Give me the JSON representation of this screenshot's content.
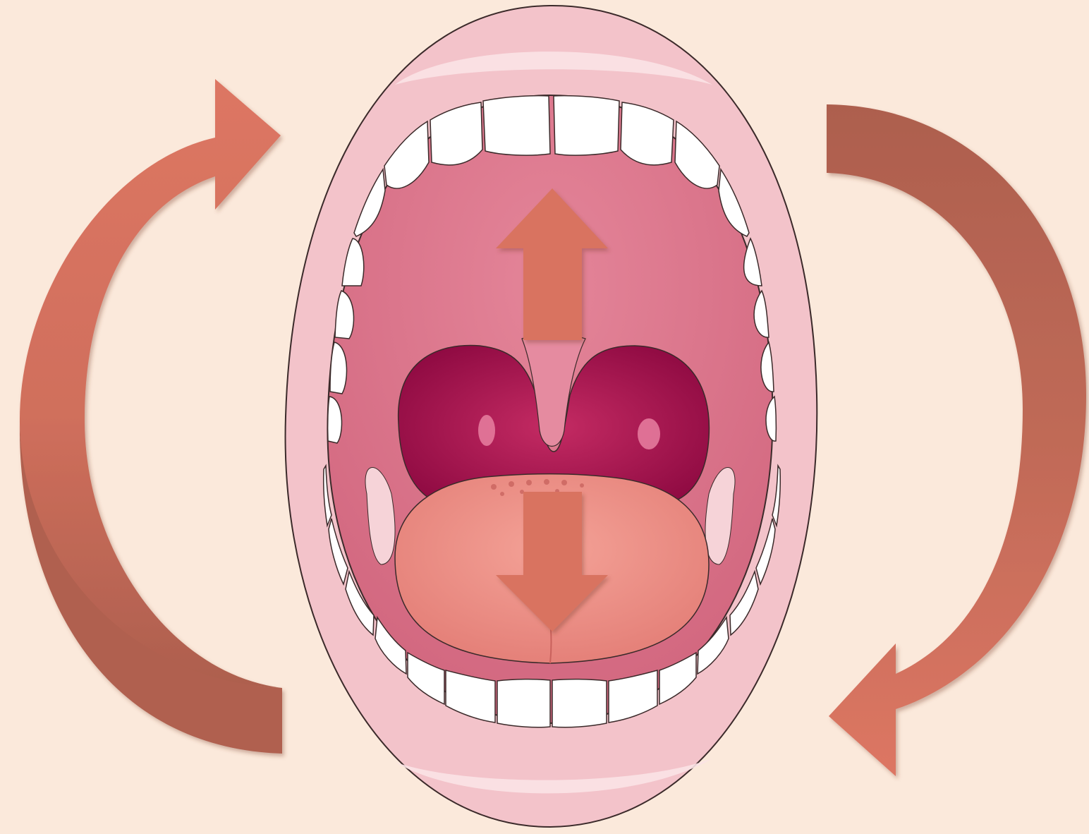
{
  "colors": {
    "background": "#fbe9db",
    "arrow_light": "#d97361",
    "arrow_dark": "#b0614f",
    "lip_outer": "#f4c7cd",
    "lip_inner": "#f8d9dd",
    "palate": "#dc7389",
    "palate_dark": "#cf5f78",
    "tonsil": "#b41e57",
    "tonsil_dark": "#930c44",
    "tongue": "#e8847c",
    "tongue_light": "#f09a90",
    "teeth": "#ffffff",
    "outline": "#3b2a2a"
  },
  "icons": {
    "left_cycle_arrow": "curved-arrow-clockwise-up",
    "right_cycle_arrow": "curved-arrow-clockwise-down",
    "jaw_open_up": "arrow-up",
    "jaw_open_down": "arrow-down",
    "illustration": "open-mouth"
  }
}
